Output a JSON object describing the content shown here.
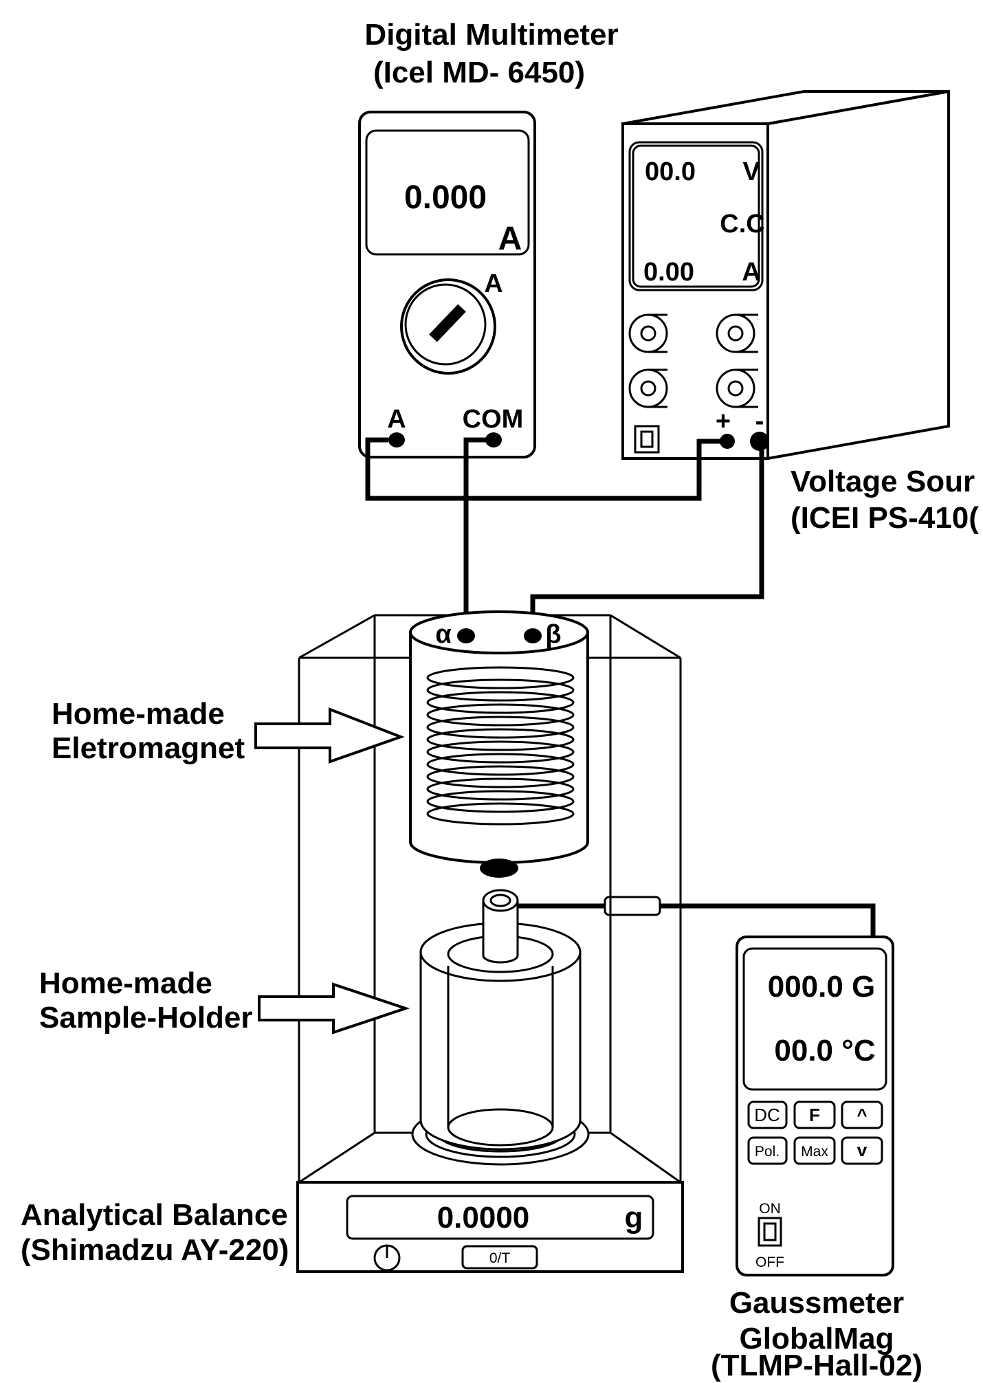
{
  "multimeter": {
    "title": "Digital Multimeter",
    "model": "(Icel MD- 6450)",
    "reading": "0.000",
    "unit": "A",
    "dial_label": "A",
    "jack_a": "A",
    "jack_com": "COM"
  },
  "voltage_source": {
    "title": "Voltage Sour",
    "model": "(ICEI PS-410(",
    "voltage": "00.0",
    "voltage_unit": "V",
    "mode": "C.C",
    "current": "0.00",
    "current_unit": "A",
    "plus": "+",
    "minus": "-"
  },
  "electromagnet": {
    "label_line1": "Home-made",
    "label_line2": "Eletromagnet",
    "terminal_alpha": "α",
    "terminal_beta": "β"
  },
  "sample_holder": {
    "label_line1": "Home-made",
    "label_line2": "Sample-Holder"
  },
  "balance": {
    "label_line1": "Analytical Balance",
    "label_line2": "(Shimadzu AY-220)",
    "reading": "0.0000",
    "unit": "g",
    "tare_button": "0/T"
  },
  "gaussmeter": {
    "field_reading": "000.0 G",
    "temp_reading": "00.0 °C",
    "buttons": [
      "DC",
      "F",
      "^",
      "Pol.",
      "Max",
      "v"
    ],
    "switch_on": "ON",
    "switch_off": "OFF",
    "label_line1": "Gaussmeter",
    "label_line2": "GlobalMag",
    "label_line3": "(TLMP-Hall-02)"
  }
}
